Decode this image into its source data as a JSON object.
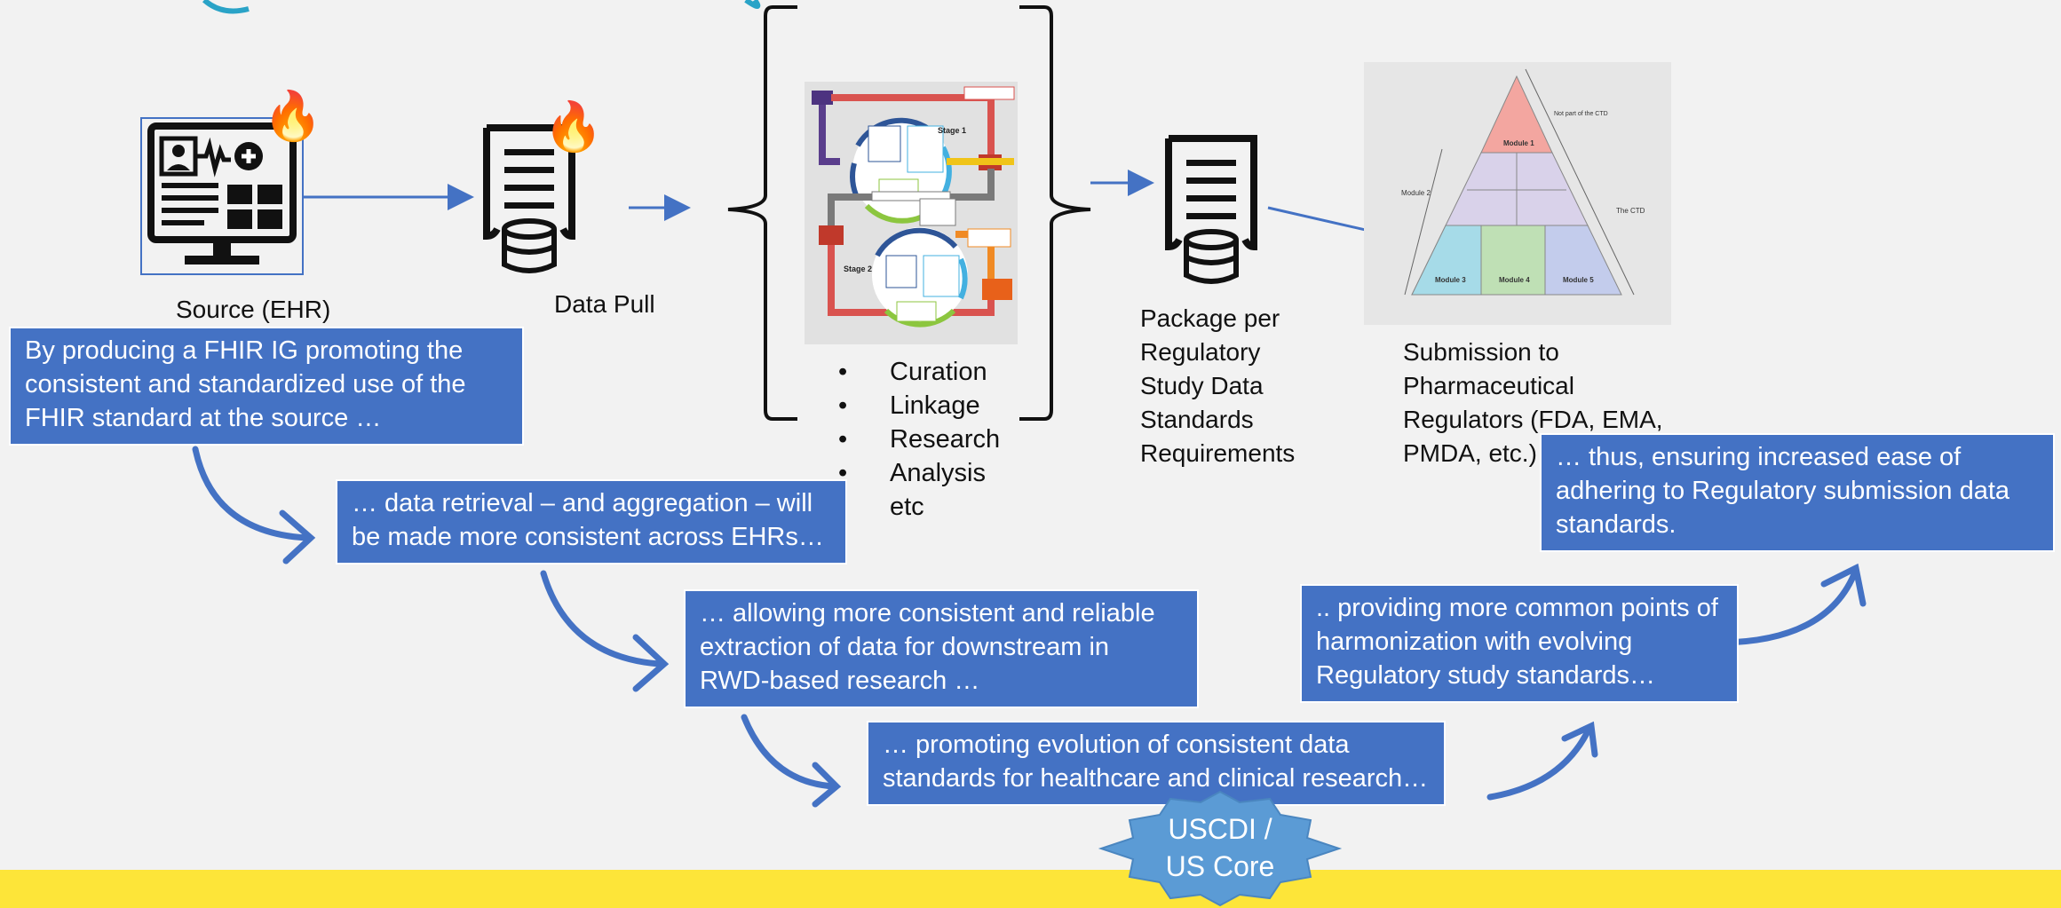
{
  "source_label": "Source (EHR)",
  "data_pull_label": "Data Pull",
  "package_label_lines": [
    "Package per",
    "Regulatory",
    "Study Data",
    "Standards",
    "Requirements"
  ],
  "submission_label_lines": [
    "Submission to",
    "Pharmaceutical",
    "Regulators (FDA, EMA,",
    "PMDA, etc.)"
  ],
  "process_bullets": [
    "Curation",
    "Linkage",
    "Research",
    "Analysis",
    "etc"
  ],
  "steps": [
    "By producing a FHIR IG promoting the consistent and standardized use of the FHIR standard at the source …",
    "… data retrieval – and aggregation – will be made more consistent across EHRs…",
    "… allowing more consistent and reliable extraction of data for downstream in RWD-based research …",
    "… promoting evolution of consistent data standards for healthcare and clinical research…",
    ".. providing more common points of harmonization with evolving Regulatory study standards…",
    "… thus, ensuring increased ease of adhering to Regulatory submission data standards."
  ],
  "badge": {
    "line1": "USCDI /",
    "line2": "US Core"
  },
  "cycle_labels": {
    "stage1": "Stage 1",
    "stage2": "Stage 2"
  },
  "ctd_labels": {
    "module1": "Module 1",
    "module2": "Module 2",
    "module3": "Module 3",
    "module4": "Module 4",
    "module5": "Module 5",
    "not_part": "Not part of the CTD",
    "the_ctd": "The CTD"
  },
  "colors": {
    "accent": "#4472c4",
    "footer": "#fde539",
    "badge": "#5b9bd5"
  }
}
